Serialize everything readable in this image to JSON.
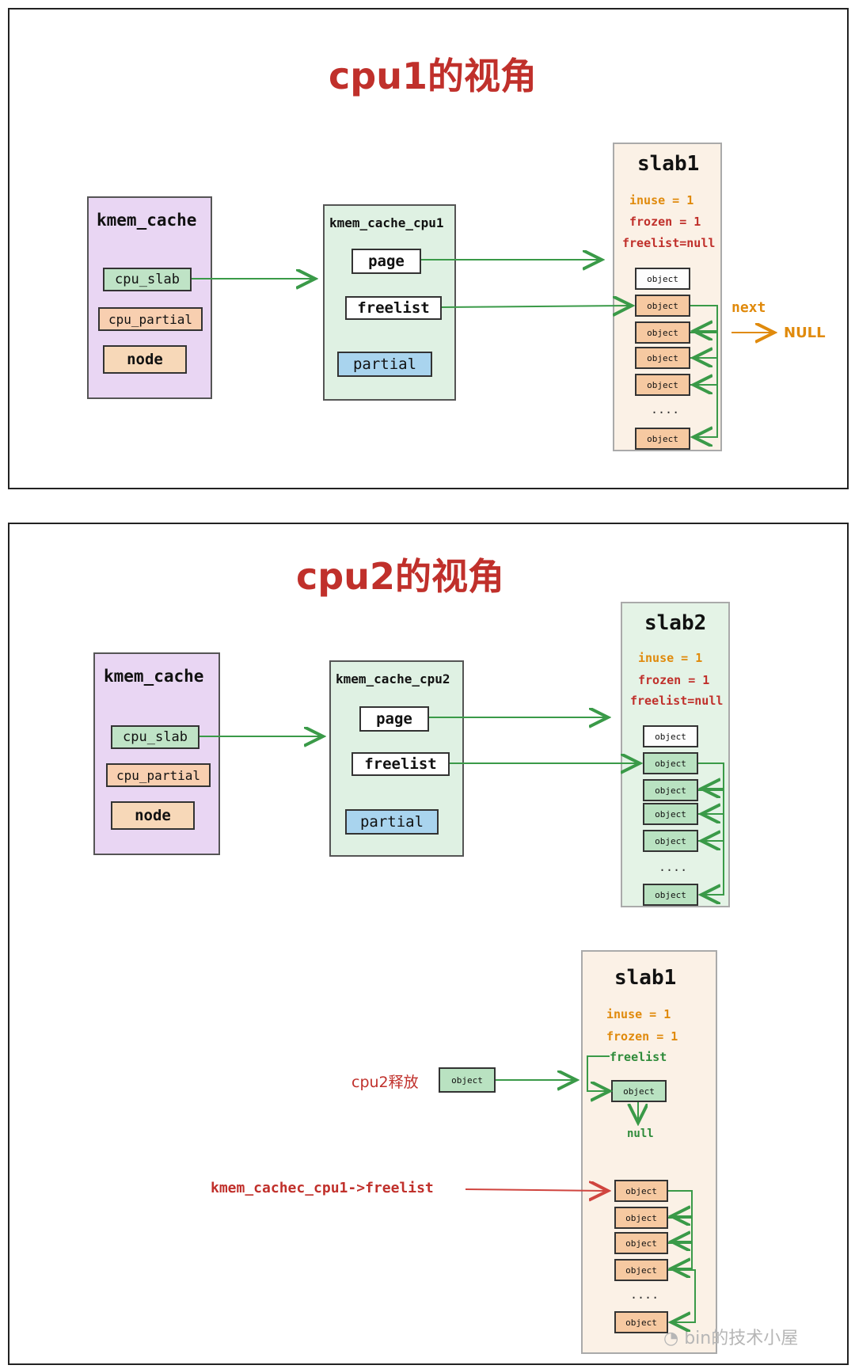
{
  "panel1": {
    "title": "cpu1的视角",
    "kmem_cache": {
      "label": "kmem_cache",
      "fields": [
        "cpu_slab",
        "cpu_partial",
        "node"
      ]
    },
    "kmem_cache_cpu": {
      "label": "kmem_cache_cpu1",
      "fields": [
        "page",
        "freelist",
        "partial"
      ]
    },
    "slab": {
      "label": "slab1",
      "inuse": "inuse = 1",
      "frozen": "frozen = 1",
      "freelist": "freelist=null",
      "objects": [
        "object",
        "object",
        "object",
        "object",
        "object",
        "object"
      ],
      "dots": "....",
      "next": "next",
      "null": "NULL"
    }
  },
  "panel2": {
    "title": "cpu2的视角",
    "kmem_cache": {
      "label": "kmem_cache",
      "fields": [
        "cpu_slab",
        "cpu_partial",
        "node"
      ]
    },
    "kmem_cache_cpu": {
      "label": "kmem_cache_cpu2",
      "fields": [
        "page",
        "freelist",
        "partial"
      ]
    },
    "slab2": {
      "label": "slab2",
      "inuse": "inuse = 1",
      "frozen": "frozen = 1",
      "freelist": "freelist=null",
      "objects": [
        "object",
        "object",
        "object",
        "object",
        "object",
        "object"
      ],
      "dots": "...."
    },
    "slab1": {
      "label": "slab1",
      "inuse": "inuse = 1",
      "frozen": "frozen = 1",
      "freelist": "freelist",
      "freed_object": "object",
      "null": "null",
      "objects": [
        "object",
        "object",
        "object",
        "object",
        "object"
      ],
      "dots": "...."
    },
    "cpu2_release": "cpu2释放",
    "released_object": "object",
    "cpu1_freelist_label": "kmem_cachec_cpu1->freelist"
  },
  "watermark": "bin的技术小屋",
  "colors": {
    "title_red": "#c0302b",
    "arrow_green": "#3a9a48",
    "arrow_orange": "#e08a0c",
    "arrow_red": "#d0453f"
  }
}
